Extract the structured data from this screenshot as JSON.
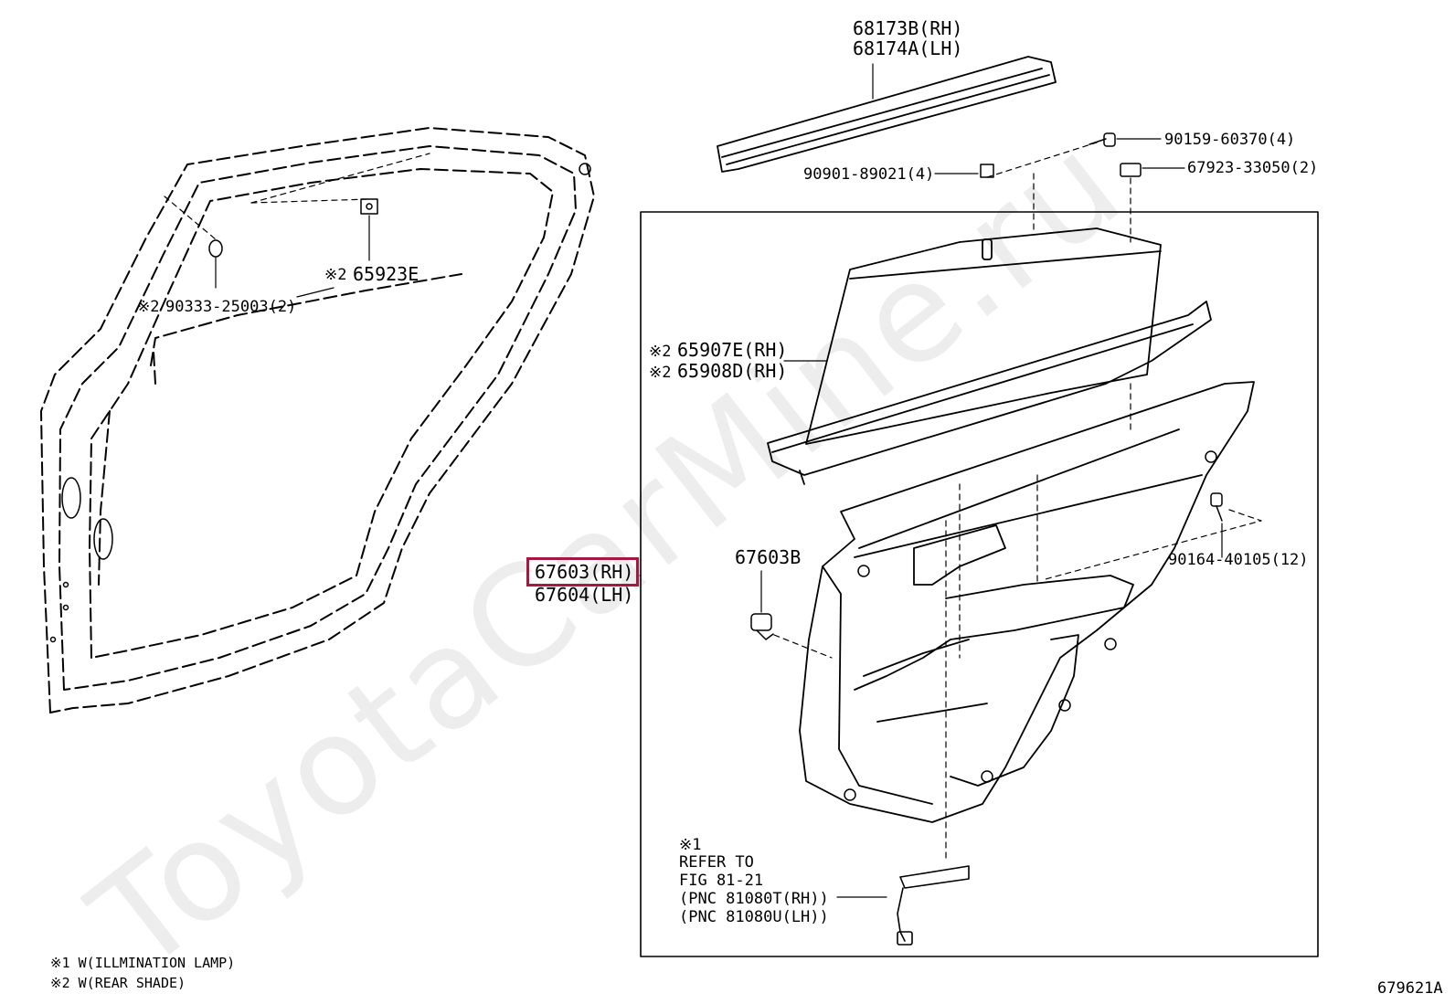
{
  "watermark": "ToyotaCarMine.ru",
  "figure_id": "679621A",
  "legend": [
    "※1 W(ILLMINATION LAMP)",
    "※2 W(REAR SHADE)"
  ],
  "parts": {
    "weatherstrip_rh": "68173B(RH)",
    "weatherstrip_lh": "68174A(LH)",
    "screw_right": "90159-60370(4)",
    "nut_left": "90901-89021(4)",
    "clip_right": "67923-33050(2)",
    "shade_clip": "65923E",
    "shade_clip_prefix": "※2",
    "plug": "90333-25003(2)",
    "plug_prefix": "※2",
    "shade_rh1": "65907E(RH)",
    "shade_rh2": "65908D(RH)",
    "shade_prefix": "※2",
    "trim_rh": "67603(RH)",
    "trim_lh": "67604(LH)",
    "clip_67603b": "67603B",
    "screw_lower": "90164-40105(12)",
    "lamp_note_mark": "※1",
    "lamp_ref_1": "REFER TO",
    "lamp_ref_2": "FIG 81-21",
    "lamp_ref_3": "(PNC 81080T(RH))",
    "lamp_ref_4": "(PNC 81080U(LH))"
  },
  "colors": {
    "highlight": "#a8173f",
    "line": "#000000"
  }
}
